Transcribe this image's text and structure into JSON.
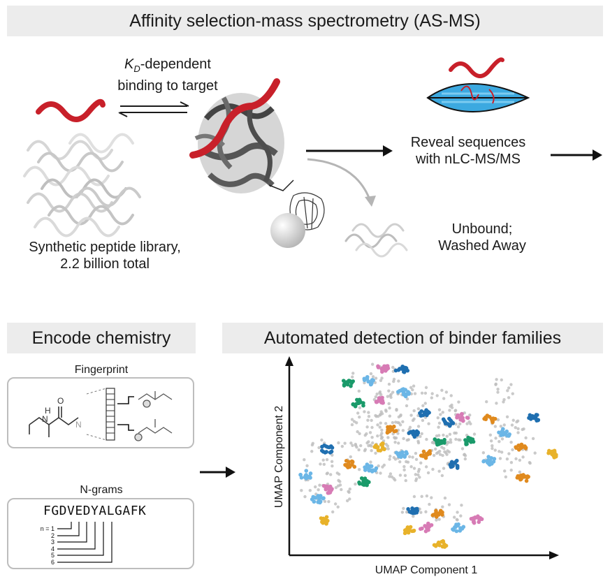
{
  "top": {
    "title": "Affinity selection-mass spectrometry (AS-MS)",
    "kd_symbol": "K",
    "kd_sub": "D",
    "kd_rest": "-dependent",
    "binding_line": "binding to target",
    "library_line1": "Synthetic peptide library,",
    "library_line2": "2.2 billion total",
    "reveal_line1": "Reveal sequences",
    "reveal_line2": "with nLC-MS/MS",
    "unbound_line1": "Unbound;",
    "unbound_line2": "Washed Away"
  },
  "encode": {
    "title": "Encode chemistry",
    "fingerprint_label": "Fingerprint",
    "ngrams_label": "N-grams",
    "sequence": "FGDVEDYALGAFK",
    "n_labels": [
      "n = 1",
      "2",
      "3",
      "4",
      "5",
      "6"
    ]
  },
  "umap": {
    "title": "Automated detection of binder families",
    "xlabel": "UMAP Component 1",
    "ylabel": "UMAP Component 2"
  },
  "colors": {
    "peptide_red": "#c8202a",
    "cluster_orange": "#e08a1e",
    "cluster_blue": "#1f6fb0",
    "cluster_lightblue": "#6bb6e6",
    "cluster_green": "#1a9a6a",
    "cluster_pink": "#d77bb5",
    "cluster_gold": "#e8b22a",
    "background_points": "#bdbdbd"
  }
}
